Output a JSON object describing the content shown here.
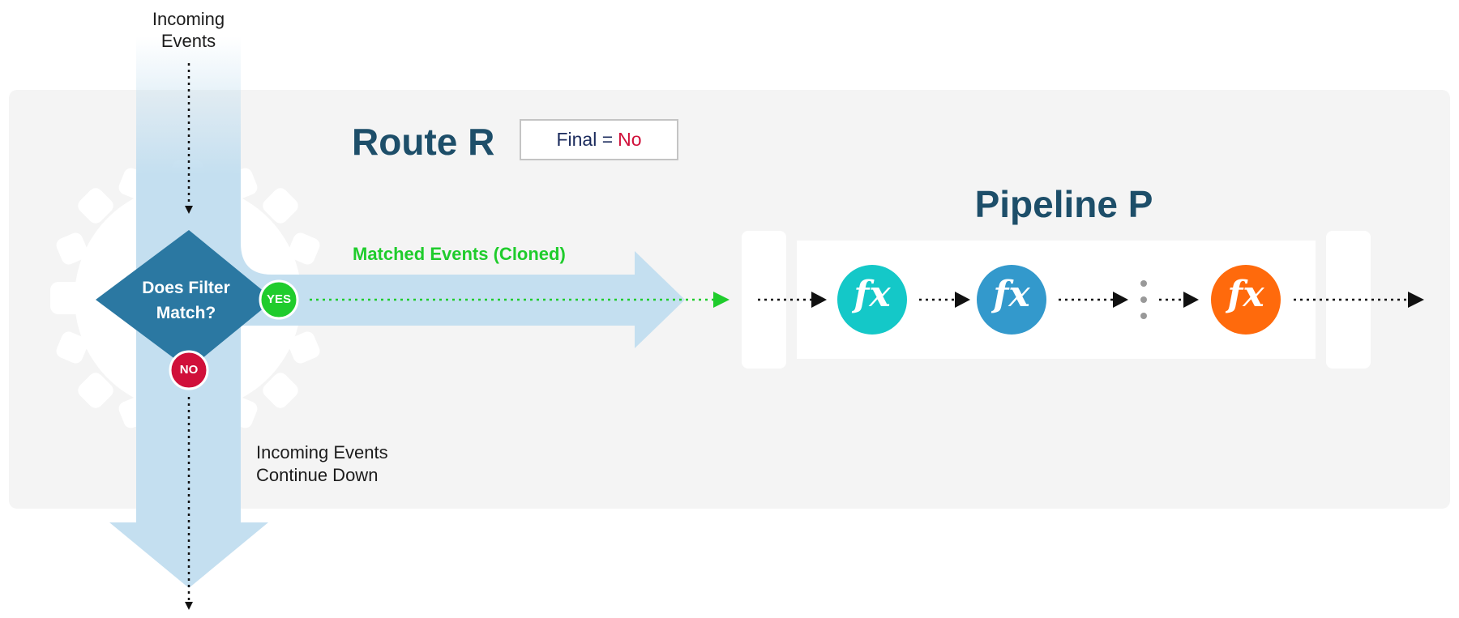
{
  "incoming_label": "Incoming\nEvents",
  "route": {
    "title": "Route R",
    "final_label": "Final =",
    "final_value": "No"
  },
  "pipeline": {
    "title": "Pipeline P",
    "function_label": "fx"
  },
  "filter": {
    "question": "Does Filter\nMatch?",
    "yes_label": "YES",
    "no_label": "NO"
  },
  "matched_label": "Matched Events (Cloned)",
  "continue_label": "Incoming Events\nContinue Down",
  "icons": {
    "router": "gear-icon",
    "function": "function-icon"
  },
  "colors": {
    "panel_bg": "#f4f4f4",
    "title": "#1d4e69",
    "flow_arrow": "#c4dff0",
    "diamond": "#2b78a2",
    "yes": "#1fcc2c",
    "no": "#d0103a",
    "fx_teal": "#14c8c8",
    "fx_blue": "#3399cc",
    "fx_orange": "#ff6a0c"
  }
}
